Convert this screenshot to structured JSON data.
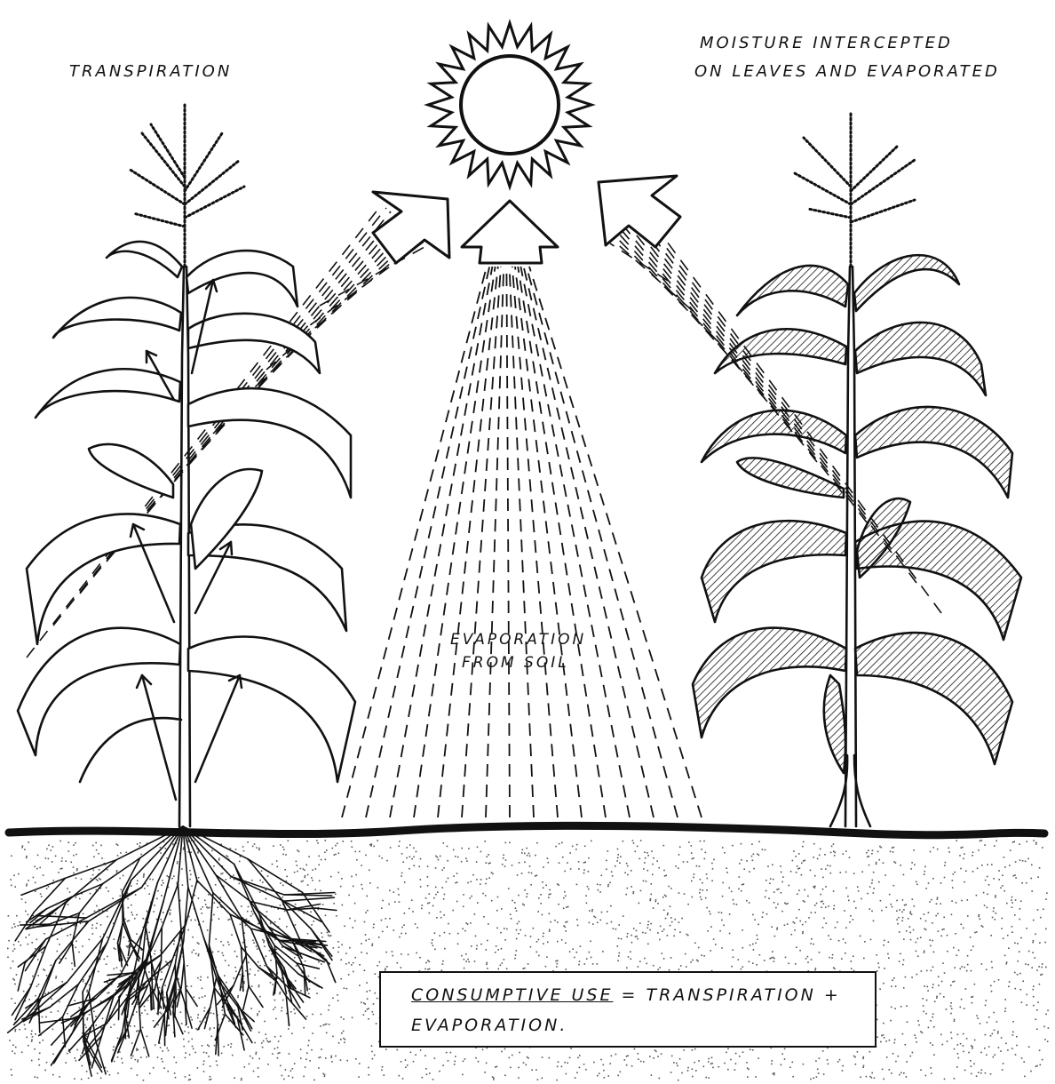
{
  "labels": {
    "transpiration": "TRANSPIRATION",
    "moisture_line1": "MOISTURE INTERCEPTED",
    "moisture_line2": "ON LEAVES AND EVAPORATED",
    "evaporation_line1": "EVAPORATION",
    "evaporation_line2": "FROM SOIL"
  },
  "caption": {
    "term": "CONSUMPTIVE USE",
    "equals": "=",
    "rest_line1": "TRANSPIRATION +",
    "line2": "EVAPORATION."
  },
  "colors": {
    "ink": "#111111",
    "paper": "#ffffff",
    "soil_speckle": "#555555"
  }
}
